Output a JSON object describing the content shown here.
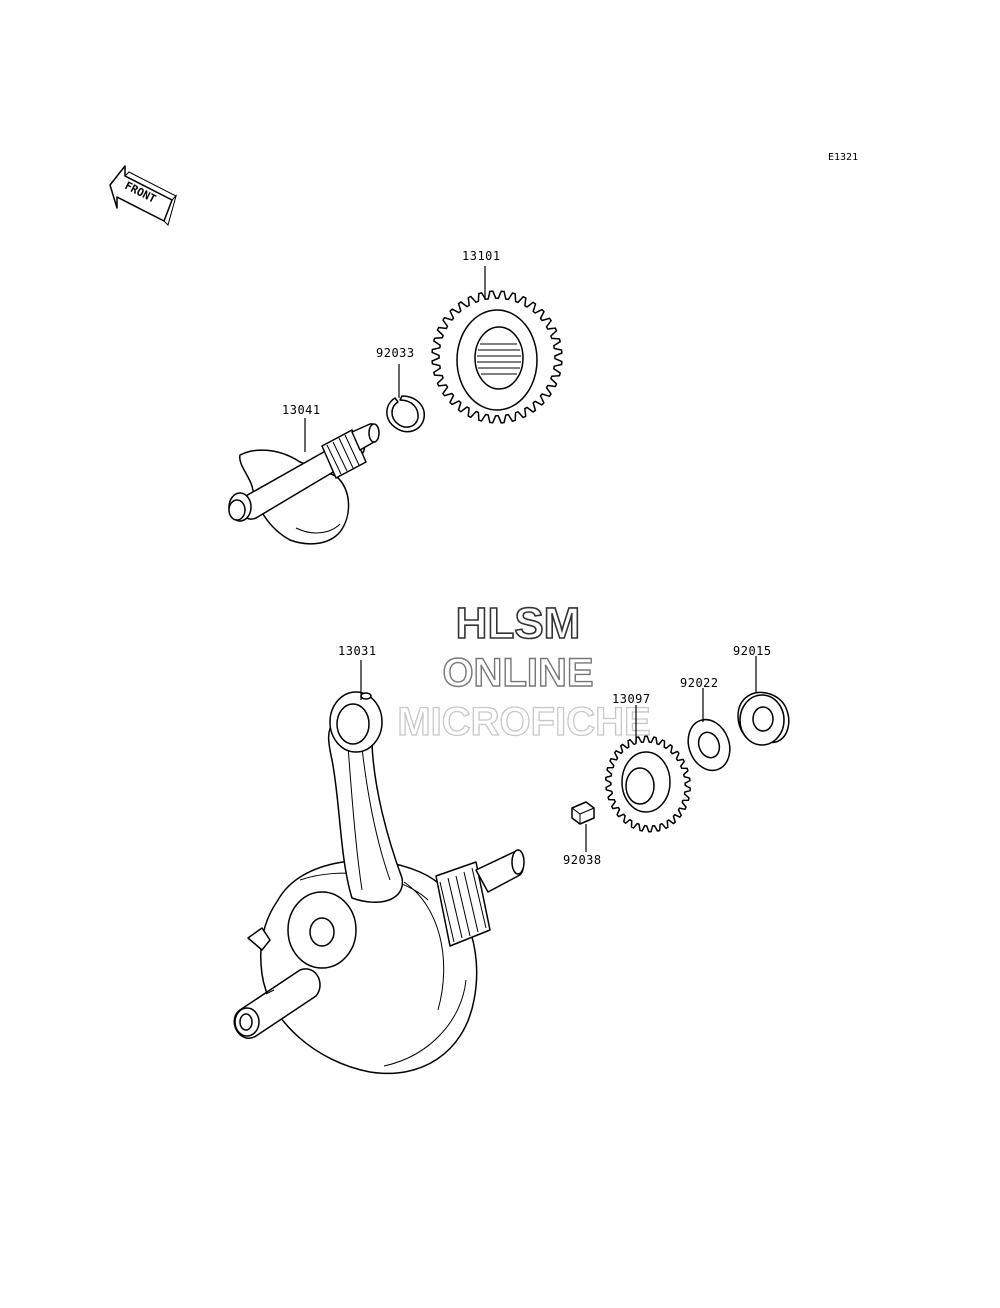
{
  "diagram_code": "E1321",
  "front_arrow_text": "FRONT",
  "watermark": {
    "line1": "HLSM",
    "line2": "ONLINE",
    "line3": "MICROFICHE"
  },
  "parts": [
    {
      "id": "balancer_gear",
      "number": "13101"
    },
    {
      "id": "circlip",
      "number": "92033"
    },
    {
      "id": "balancer_shaft",
      "number": "13041"
    },
    {
      "id": "connecting_rod",
      "number": "13031"
    },
    {
      "id": "gear_13097",
      "number": "13097"
    },
    {
      "id": "washer",
      "number": "92022"
    },
    {
      "id": "nut",
      "number": "92015"
    },
    {
      "id": "key",
      "number": "92038"
    }
  ]
}
